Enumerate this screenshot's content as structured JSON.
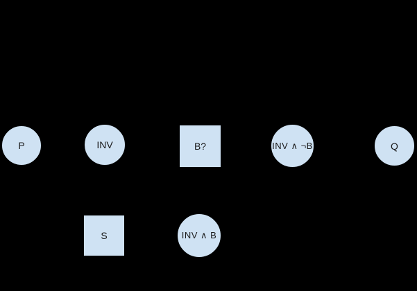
{
  "diagram": {
    "background_color": "#000000",
    "node_fill_color": "#cfe2f3",
    "node_border_color": "#000000",
    "nodes": [
      {
        "id": "p",
        "shape": "circle",
        "label": "P"
      },
      {
        "id": "inv",
        "shape": "circle",
        "label": "INV"
      },
      {
        "id": "b-test",
        "shape": "square",
        "label": "B?"
      },
      {
        "id": "inv-and-not-b",
        "shape": "circle",
        "label": "INV ∧ ¬B"
      },
      {
        "id": "q",
        "shape": "circle",
        "label": "Q"
      },
      {
        "id": "s",
        "shape": "square",
        "label": "S"
      },
      {
        "id": "inv-and-b",
        "shape": "circle",
        "label": "INV ∧ B"
      }
    ]
  }
}
